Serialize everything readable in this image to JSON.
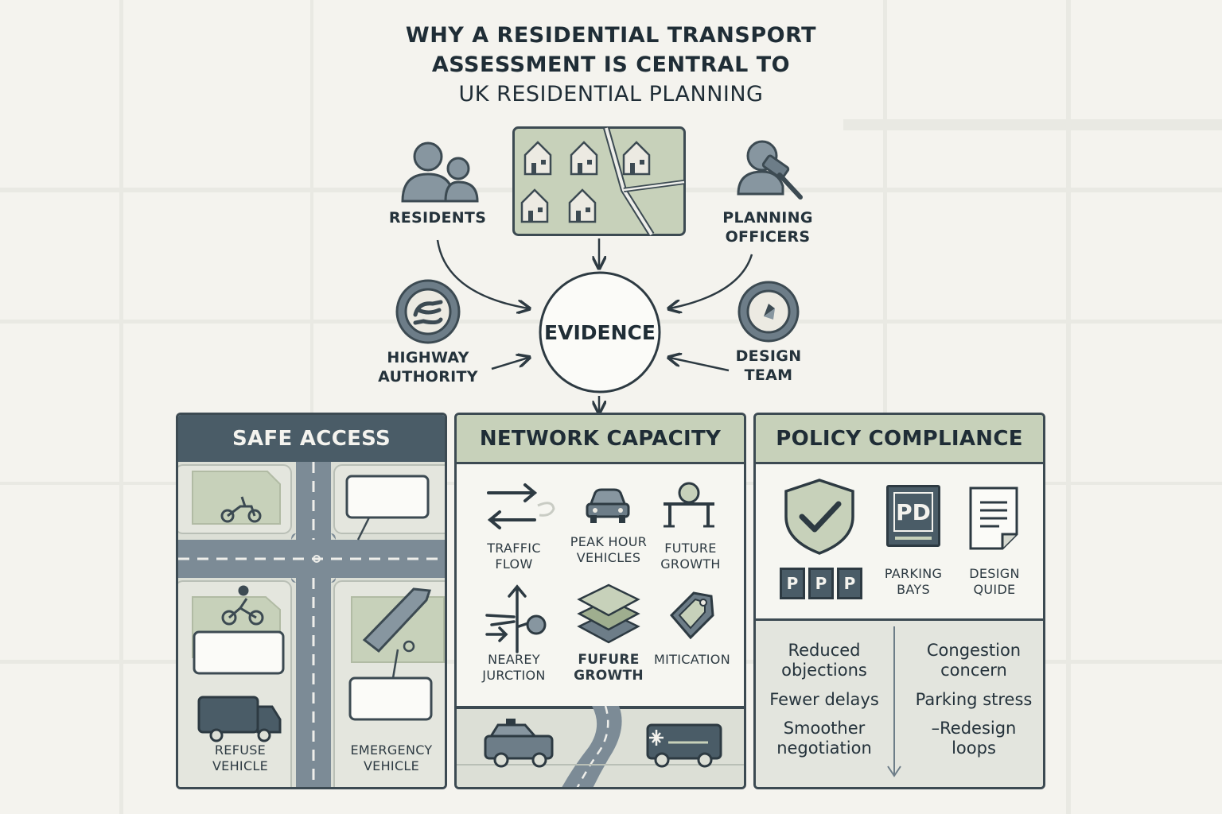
{
  "title": {
    "line1": "WHY A RESIDENTIAL TRANSPORT",
    "line2": "ASSESSMENT IS CENTRAL TO",
    "line3": "UK RESIDENTIAL PLANNING"
  },
  "stakeholders": {
    "residents": "RESIDENTS",
    "planning_officers_1": "PLANNING",
    "planning_officers_2": "OFFICERS",
    "highway_authority_1": "HIGHWAY",
    "highway_authority_2": "AUTHORITY",
    "design_team_1": "DESIGN",
    "design_team_2": "TEAM"
  },
  "hub": {
    "label": "EVIDENCE"
  },
  "panels": {
    "safe_access": {
      "title": "SAFE ACCESS",
      "refuse_1": "REFUSE",
      "refuse_2": "VEHICLE",
      "emergency_1": "EMERGENCY",
      "emergency_2": "VEHICLE"
    },
    "network_capacity": {
      "title": "NETWORK CAPACITY",
      "traffic_1": "TRAFFIC",
      "traffic_2": "FLOW",
      "peak_1": "PEAK HOUR",
      "peak_2": "VEHICLES",
      "future_1": "FUTURE",
      "future_2": "GROWTH",
      "junction_1": "NEAREY",
      "junction_2": "JURCTION",
      "fufure_1": "FUFURE",
      "fufure_2": "GROWTH",
      "mitigation": "MITICATION"
    },
    "policy_compliance": {
      "title": "POLICY COMPLIANCE",
      "ppp": [
        "P",
        "P",
        "P"
      ],
      "parking_sign": "PD",
      "parking_1": "PARKING",
      "parking_2": "BAYS",
      "design_1": "DESIGN",
      "design_2": "QUIDE",
      "benefits": [
        [
          "Reduced",
          "objections"
        ],
        [
          "Fewer delays"
        ],
        [
          "Smoother",
          "negotiation"
        ]
      ],
      "risks": [
        [
          "Congestion",
          "concern"
        ],
        [
          "Parking stress"
        ],
        [
          "–Redesign",
          "loops"
        ]
      ]
    }
  },
  "colors": {
    "dark_slate": "#4a5c67",
    "sage": "#c7d1ba",
    "outline": "#3c4a52",
    "road": "#7c8b96"
  }
}
